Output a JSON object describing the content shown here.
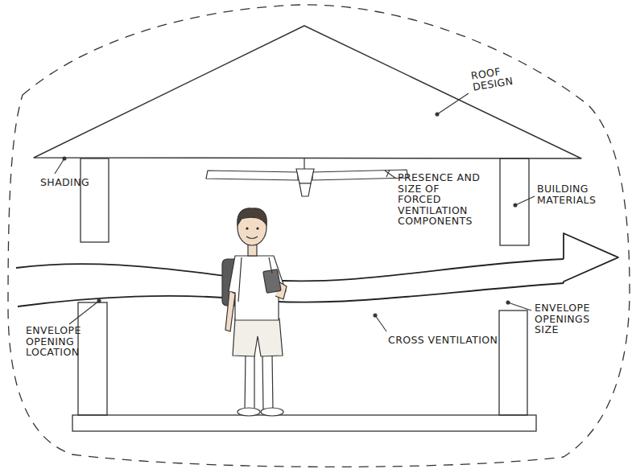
{
  "diagram": {
    "labels": [
      "ROOF DESIGN",
      "SHADING",
      "PRESENCE AND SIZE OF FORCED VENTILATION COMPONENTS",
      "BUILDING MATERIALS",
      "ENVELOPE OPENINGS SIZE",
      "ENVELOPE OPENING LOCATION",
      "CROSS VENTILATION"
    ]
  }
}
